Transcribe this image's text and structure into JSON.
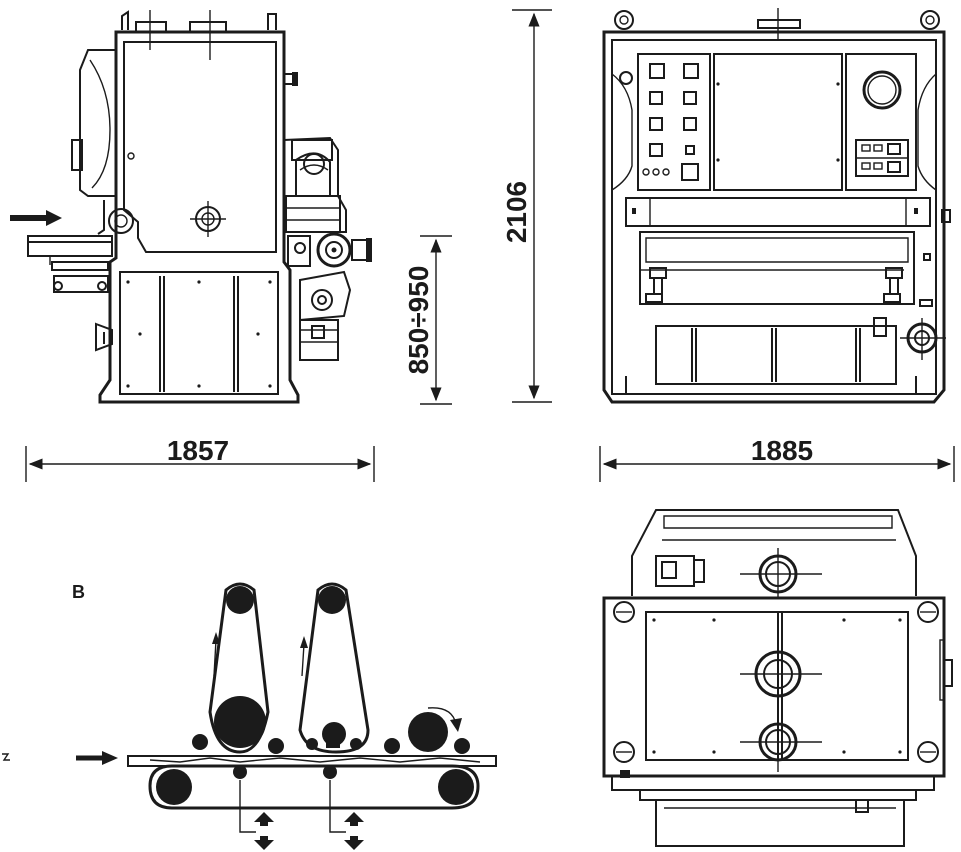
{
  "dimensions": {
    "side_width": "1857",
    "front_width": "1885",
    "height_total": "2106",
    "height_table": "850÷950"
  },
  "labels": {
    "section_b": "B"
  },
  "colors": {
    "ink": "#1b1b1b",
    "paper": "#ffffff"
  },
  "icons": {
    "feed": "arrow-right-icon",
    "table_adjust": "up-down-arrow-icon"
  }
}
